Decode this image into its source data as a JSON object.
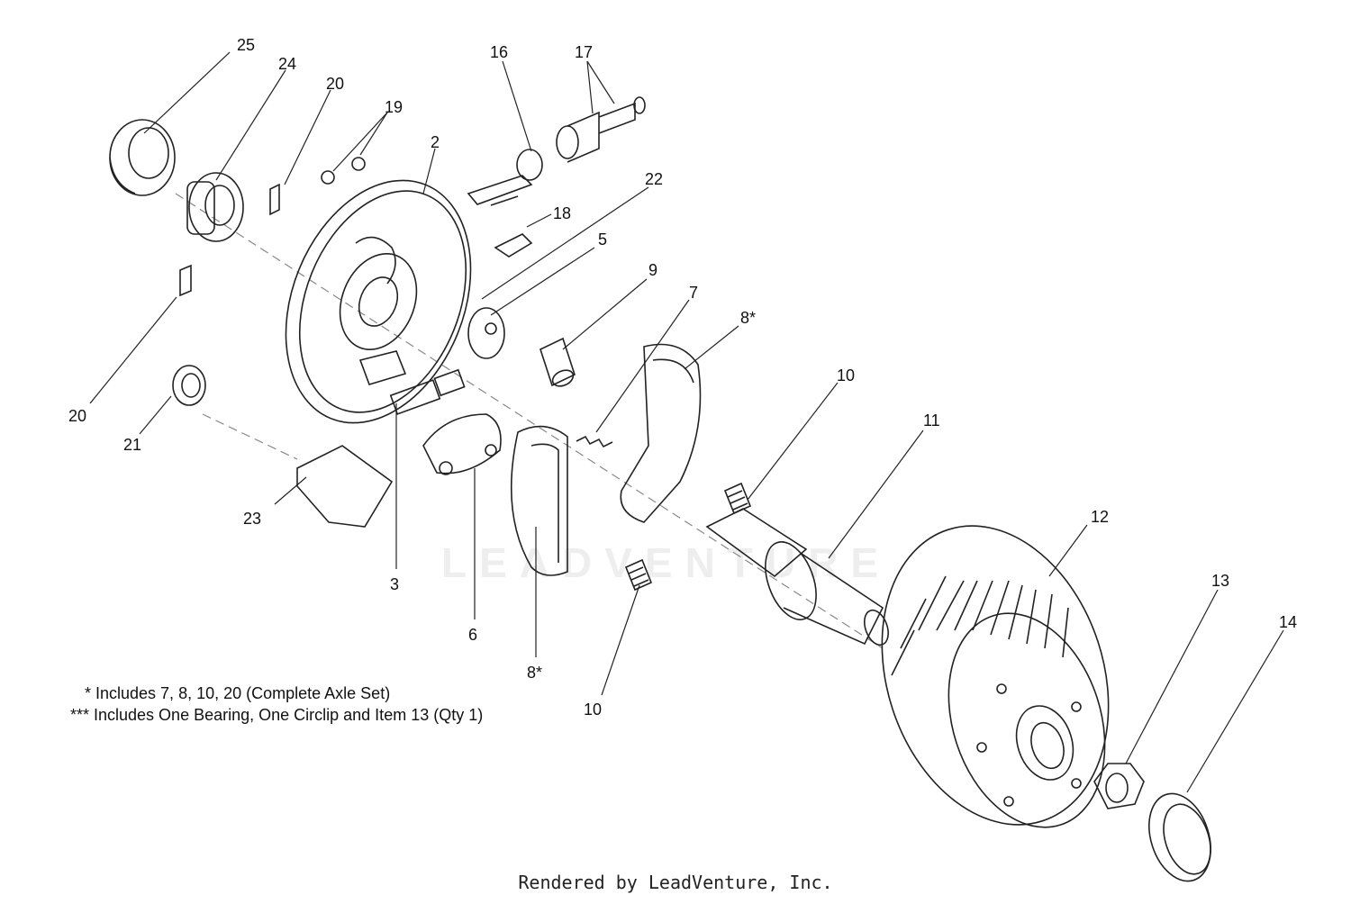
{
  "diagram": {
    "callouts": [
      "25",
      "24",
      "20",
      "19",
      "2",
      "16",
      "17",
      "22",
      "18",
      "5",
      "9",
      "7",
      "8*",
      "10",
      "11",
      "12",
      "13",
      "14",
      "20",
      "21",
      "23",
      "3",
      "6",
      "8*",
      "10"
    ],
    "notes": [
      "* Includes 7, 8, 10, 20 (Complete Axle Set)",
      "*** Includes One Bearing, One Circlip and Item 13 (Qty 1)"
    ],
    "watermark": "LEADVENTURE",
    "footer": "Rendered by LeadVenture, Inc."
  }
}
